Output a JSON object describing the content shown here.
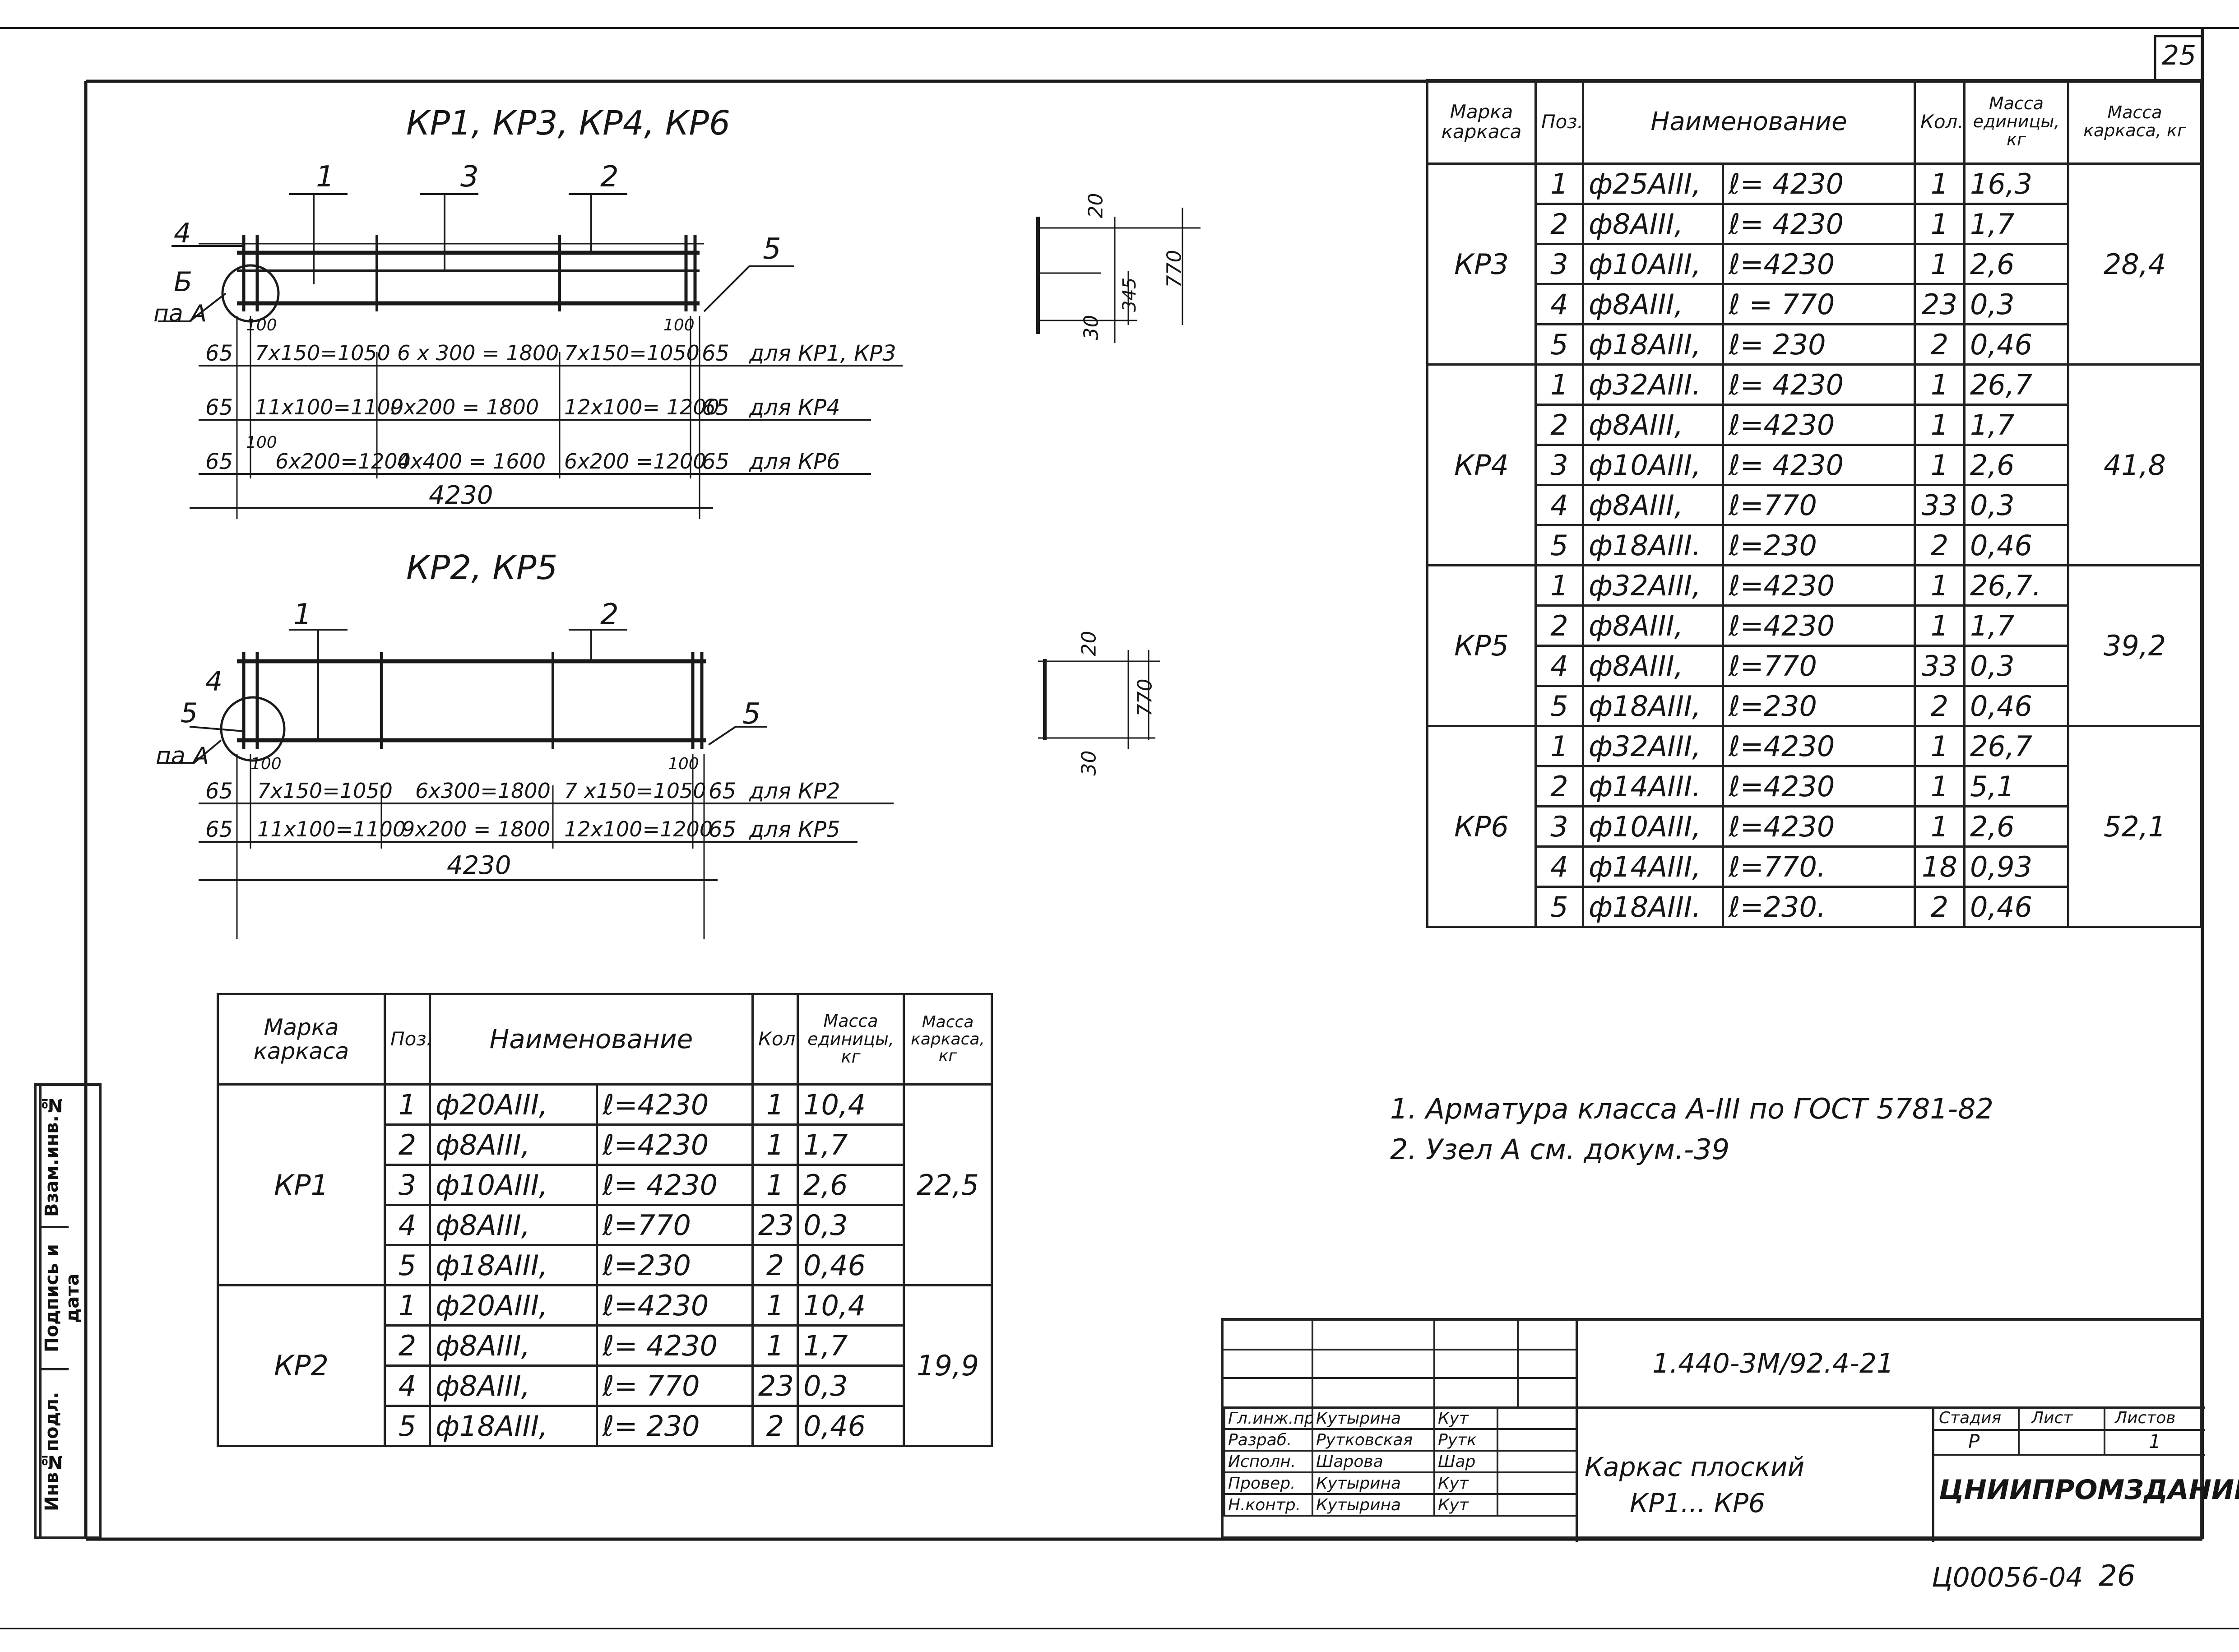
{
  "sheet": {
    "sheet_number": "25",
    "bottom_code": "Ц00056-04",
    "bottom_number": "26"
  },
  "side_stamp": {
    "cells": [
      "Инв№подл.",
      "Подпись и дата",
      "Взам.инв.№"
    ]
  },
  "drawing1": {
    "title": "КР1, КР3, КР4, КР6",
    "callouts": [
      "1",
      "3",
      "2",
      "4",
      "5"
    ],
    "node_label": "Б",
    "node_ref": "па А",
    "end_marks": [
      "100",
      "100"
    ],
    "rows": [
      {
        "left": "65",
        "a": "7х150=1050",
        "b": "6 х 300 = 1800",
        "c": "7х150=1050",
        "right": "65",
        "note": "для КР1, КР3"
      },
      {
        "left": "65",
        "a": "11х100=1100",
        "b": "9х200 = 1800",
        "c": "12х100= 1200",
        "right": "65",
        "note": "для КР4"
      },
      {
        "left": "65",
        "a": "6х200=1200",
        "b": "4х400 = 1600",
        "c": "6х200 =1200",
        "right": "65",
        "note": "для КР6"
      }
    ],
    "row3_mark": "100",
    "total": "4230",
    "section_dims": [
      "20",
      "345",
      "770",
      "30"
    ]
  },
  "drawing2": {
    "title": "КР2, КР5",
    "callouts": [
      "1",
      "2",
      "4",
      "5",
      "5"
    ],
    "node_ref": "па А",
    "end_marks": [
      "100",
      "100"
    ],
    "rows": [
      {
        "left": "65",
        "a": "7х150=1050",
        "b": "6х300=1800",
        "c": "7 х150=1050",
        "right": "65",
        "note": "для КР2"
      },
      {
        "left": "65",
        "a": "11х100=1100",
        "b": "9х200 = 1800",
        "c": "12х100=1200",
        "right": "65",
        "note": "для КР5"
      }
    ],
    "total": "4230",
    "section_dims": [
      "20",
      "770",
      "30"
    ]
  },
  "table_headers": {
    "mark": "Марка каркаса",
    "pos": "Поз.",
    "name": "Наименование",
    "qty": "Кол.",
    "unit_mass": "Масса единицы, кг",
    "frame_mass": "Масса каркаса, кг"
  },
  "table_right": {
    "groups": [
      {
        "mark": "КР3",
        "mass": "28,4",
        "rows": [
          {
            "pos": "1",
            "bar": "ф25АIII,",
            "len": "ℓ= 4230",
            "qty": "1",
            "unit": "16,3"
          },
          {
            "pos": "2",
            "bar": "ф8АIII,",
            "len": "ℓ= 4230",
            "qty": "1",
            "unit": "1,7"
          },
          {
            "pos": "3",
            "bar": "ф10АIII,",
            "len": "ℓ=4230",
            "qty": "1",
            "unit": "2,6"
          },
          {
            "pos": "4",
            "bar": "ф8АIII,",
            "len": "ℓ = 770",
            "qty": "23",
            "unit": "0,3"
          },
          {
            "pos": "5",
            "bar": "ф18АIII,",
            "len": "ℓ= 230",
            "qty": "2",
            "unit": "0,46"
          }
        ]
      },
      {
        "mark": "КР4",
        "mass": "41,8",
        "rows": [
          {
            "pos": "1",
            "bar": "ф32АIII.",
            "len": "ℓ= 4230",
            "qty": "1",
            "unit": "26,7"
          },
          {
            "pos": "2",
            "bar": "ф8АIII,",
            "len": "ℓ=4230",
            "qty": "1",
            "unit": "1,7"
          },
          {
            "pos": "3",
            "bar": "ф10АIII,",
            "len": "ℓ= 4230",
            "qty": "1",
            "unit": "2,6"
          },
          {
            "pos": "4",
            "bar": "ф8АIII,",
            "len": "ℓ=770",
            "qty": "33",
            "unit": "0,3"
          },
          {
            "pos": "5",
            "bar": "ф18АIII.",
            "len": "ℓ=230",
            "qty": "2",
            "unit": "0,46"
          }
        ]
      },
      {
        "mark": "КР5",
        "mass": "39,2",
        "rows": [
          {
            "pos": "1",
            "bar": "ф32АIII,",
            "len": "ℓ=4230",
            "qty": "1",
            "unit": "26,7."
          },
          {
            "pos": "2",
            "bar": "ф8АIII,",
            "len": "ℓ=4230",
            "qty": "1",
            "unit": "1,7"
          },
          {
            "pos": "4",
            "bar": "ф8АIII,",
            "len": "ℓ=770",
            "qty": "33",
            "unit": "0,3"
          },
          {
            "pos": "5",
            "bar": "ф18АIII,",
            "len": "ℓ=230",
            "qty": "2",
            "unit": "0,46"
          }
        ]
      },
      {
        "mark": "КР6",
        "mass": "52,1",
        "rows": [
          {
            "pos": "1",
            "bar": "ф32АIII,",
            "len": "ℓ=4230",
            "qty": "1",
            "unit": "26,7"
          },
          {
            "pos": "2",
            "bar": "ф14АIII.",
            "len": "ℓ=4230",
            "qty": "1",
            "unit": "5,1"
          },
          {
            "pos": "3",
            "bar": "ф10АIII,",
            "len": "ℓ=4230",
            "qty": "1",
            "unit": "2,6"
          },
          {
            "pos": "4",
            "bar": "ф14АIII,",
            "len": "ℓ=770.",
            "qty": "18",
            "unit": "0,93"
          },
          {
            "pos": "5",
            "bar": "ф18АIII.",
            "len": "ℓ=230.",
            "qty": "2",
            "unit": "0,46"
          }
        ]
      }
    ]
  },
  "table_left": {
    "groups": [
      {
        "mark": "КР1",
        "mass": "22,5",
        "rows": [
          {
            "pos": "1",
            "bar": "ф20АIII,",
            "len": "ℓ=4230",
            "qty": "1",
            "unit": "10,4"
          },
          {
            "pos": "2",
            "bar": "ф8АIII,",
            "len": "ℓ=4230",
            "qty": "1",
            "unit": "1,7"
          },
          {
            "pos": "3",
            "bar": "ф10АIII,",
            "len": "ℓ= 4230",
            "qty": "1",
            "unit": "2,6"
          },
          {
            "pos": "4",
            "bar": "ф8АIII,",
            "len": "ℓ=770",
            "qty": "23",
            "unit": "0,3"
          },
          {
            "pos": "5",
            "bar": "ф18АIII,",
            "len": "ℓ=230",
            "qty": "2",
            "unit": "0,46"
          }
        ]
      },
      {
        "mark": "КР2",
        "mass": "19,9",
        "rows": [
          {
            "pos": "1",
            "bar": "ф20АIII,",
            "len": "ℓ=4230",
            "qty": "1",
            "unit": "10,4"
          },
          {
            "pos": "2",
            "bar": "ф8АIII,",
            "len": "ℓ= 4230",
            "qty": "1",
            "unit": "1,7"
          },
          {
            "pos": "4",
            "bar": "ф8АIII,",
            "len": "ℓ= 770",
            "qty": "23",
            "unit": "0,3"
          },
          {
            "pos": "5",
            "bar": "ф18АIII,",
            "len": "ℓ= 230",
            "qty": "2",
            "unit": "0,46"
          }
        ]
      }
    ]
  },
  "notes": [
    "1. Арматура класса А-III по ГОСТ 5781-82",
    "2. Узел А см. докум.-39"
  ],
  "title_block": {
    "doc_code": "1.440-3М/92.4-21",
    "roles": [
      {
        "role": "Гл.инж.пр",
        "name": "Кутырина",
        "sign": "Кут"
      },
      {
        "role": "Разраб.",
        "name": "Рутковская",
        "sign": "Рутк"
      },
      {
        "role": "Исполн.",
        "name": "Шарова",
        "sign": "Шар"
      },
      {
        "role": "Провер.",
        "name": "Кутырина",
        "sign": "Кут"
      },
      {
        "role": "Н.контр.",
        "name": "Кутырина",
        "sign": "Кут"
      }
    ],
    "title_lines": [
      "Каркас плоский",
      "КР1... КР6"
    ],
    "stage_label": "Стадия",
    "sheet_label": "Лист",
    "sheets_label": "Листов",
    "stage_value": "Р",
    "sheets_value": "1",
    "organization": "ЦНИИПРОМЗДАНИЙ"
  }
}
